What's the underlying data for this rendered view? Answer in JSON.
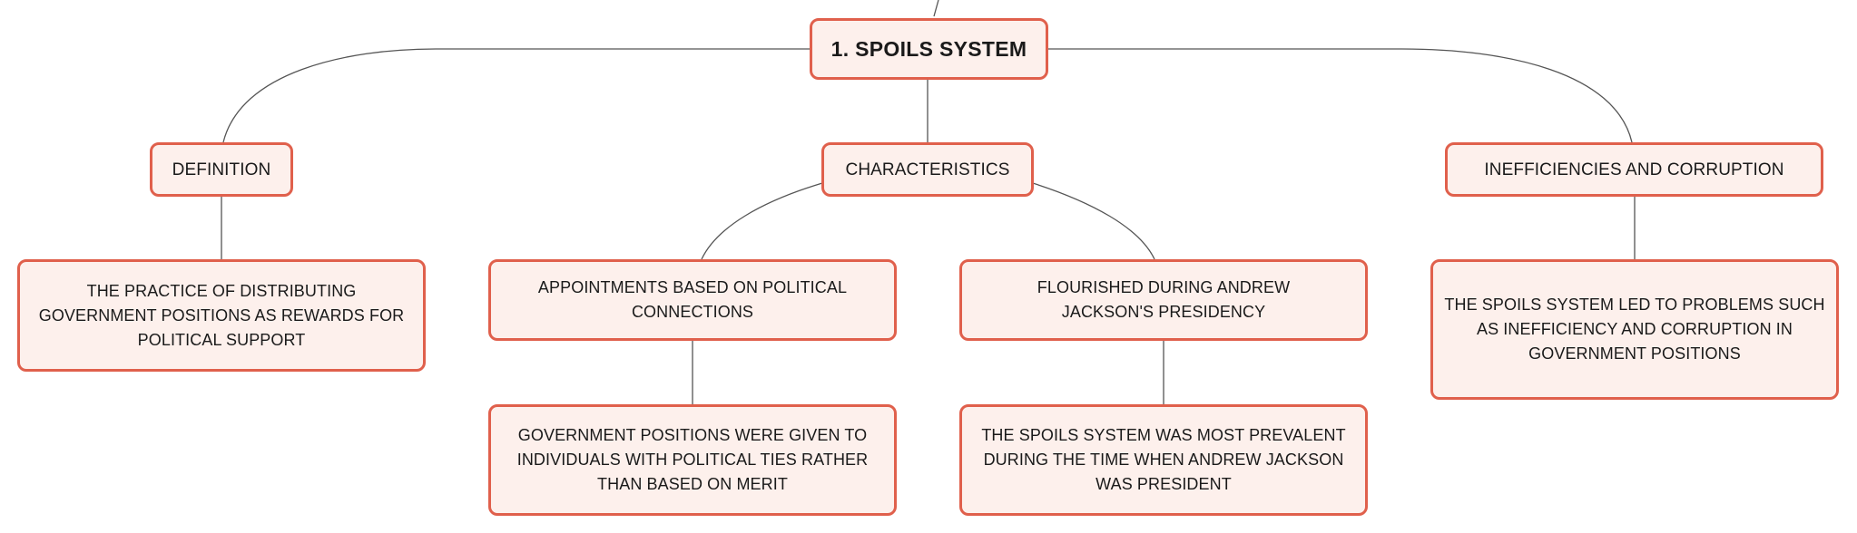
{
  "mindmap": {
    "root": {
      "label": "1. SPOILS SYSTEM"
    },
    "branches": [
      {
        "label": "DEFINITION",
        "children": [
          {
            "label": "THE PRACTICE OF DISTRIBUTING GOVERNMENT POSITIONS AS REWARDS FOR POLITICAL SUPPORT"
          }
        ]
      },
      {
        "label": "CHARACTERISTICS",
        "children": [
          {
            "label": "APPOINTMENTS BASED ON POLITICAL CONNECTIONS",
            "children": [
              {
                "label": "GOVERNMENT POSITIONS WERE GIVEN TO INDIVIDUALS WITH POLITICAL TIES RATHER THAN BASED ON MERIT"
              }
            ]
          },
          {
            "label": "FLOURISHED DURING ANDREW JACKSON'S PRESIDENCY",
            "children": [
              {
                "label": "THE SPOILS SYSTEM WAS MOST PREVALENT DURING THE TIME WHEN ANDREW JACKSON WAS PRESIDENT"
              }
            ]
          }
        ]
      },
      {
        "label": "INEFFICIENCIES AND CORRUPTION",
        "children": [
          {
            "label": "THE SPOILS SYSTEM LED TO PROBLEMS SUCH AS INEFFICIENCY AND CORRUPTION IN GOVERNMENT POSITIONS"
          }
        ]
      }
    ],
    "colors": {
      "node_fill": "#fdf0ec",
      "node_border": "#e0604c",
      "connector": "#555555",
      "text": "#1a1a1a"
    }
  }
}
